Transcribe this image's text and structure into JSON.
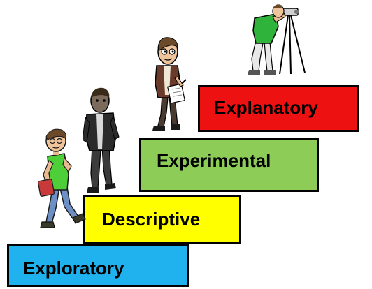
{
  "steps": [
    {
      "label": "Exploratory",
      "color": "#1fb2ee"
    },
    {
      "label": "Descriptive",
      "color": "#ffff00"
    },
    {
      "label": "Experimental",
      "color": "#8ccc57"
    },
    {
      "label": "Explanatory",
      "color": "#ee1111"
    }
  ],
  "figures": [
    {
      "name": "student-walking-figure",
      "shirt_color": "#4ecf3a"
    },
    {
      "name": "man-in-leather-jacket-figure",
      "jacket_color": "#2b2b2b"
    },
    {
      "name": "man-writing-notes-figure",
      "jacket_color": "#6a3b2a"
    },
    {
      "name": "surveyor-with-tripod-figure",
      "shirt_color": "#2fb33a"
    }
  ]
}
